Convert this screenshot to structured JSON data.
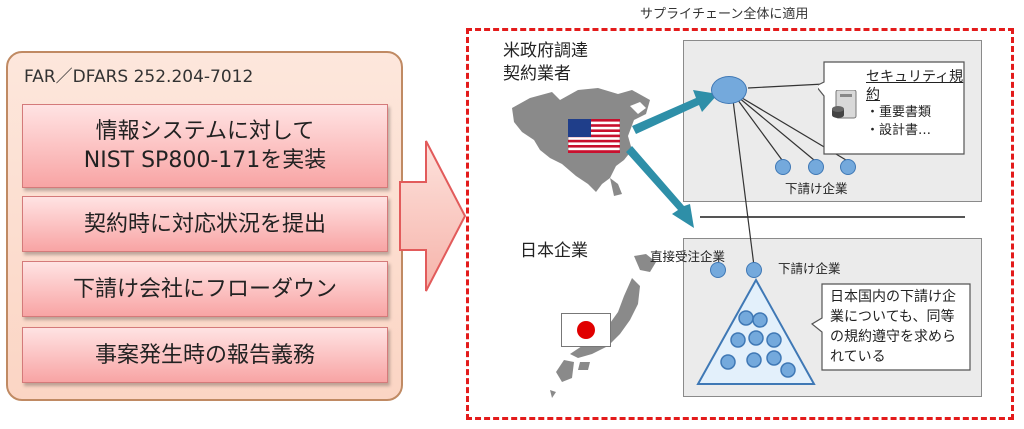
{
  "left_panel": {
    "title": "FAR／DFARS 252.204-7012",
    "items": [
      {
        "line1": "情報システムに対して",
        "line2": "NIST SP800-171を実装"
      },
      {
        "line1": "契約時に対応状況を提出",
        "line2": ""
      },
      {
        "line1": "下請け会社にフローダウン",
        "line2": ""
      },
      {
        "line1": "事案発生時の報告義務",
        "line2": ""
      }
    ]
  },
  "scope_label": "サプライチェーン全体に適用",
  "us": {
    "label_line1": "米政府調達",
    "label_line2": "契約業者",
    "subcontractor_label": "下請け企業",
    "callout": {
      "title": "セキュリティ規約",
      "bullet1": "・重要書類",
      "bullet2": "・設計書…"
    }
  },
  "japan": {
    "label": "日本企業",
    "direct_label": "直接受注企業",
    "subcontractor_label": "下請け企業",
    "callout_lines": [
      "日本国内の下請け企",
      "業についても、同等",
      "の規約遵守を求めら",
      "れている"
    ]
  },
  "colors": {
    "accent_red": "#e31b1b",
    "dot_blue": "#74a9dc",
    "arrow_teal": "#2e8fa8",
    "request_pink": "#f8a4a4"
  }
}
